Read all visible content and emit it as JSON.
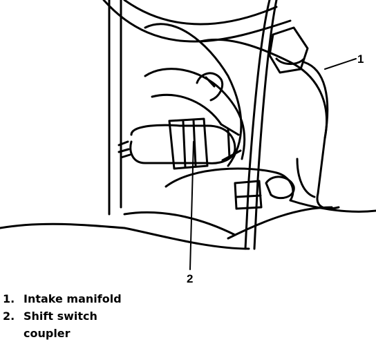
{
  "callouts": [
    {
      "number": "1"
    },
    {
      "number": "2"
    }
  ],
  "legend": [
    {
      "number": "1.",
      "text": "Intake manifold"
    },
    {
      "number": "2.",
      "text": "Shift switch\ncoupler"
    }
  ]
}
